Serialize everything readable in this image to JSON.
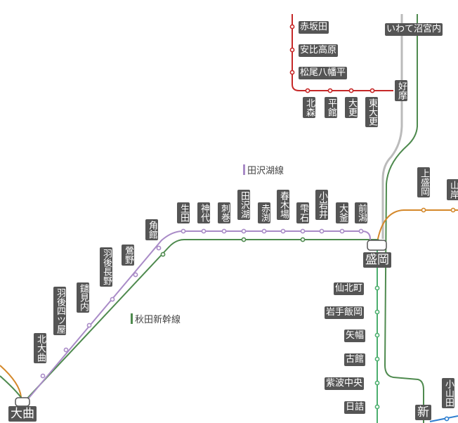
{
  "colors": {
    "tazawako": "#a98bc7",
    "shinkansen": "#4e8a4e",
    "tohoku_honsen": "#4caf6e",
    "hanawa": "#c62828",
    "iwate_ginga": "#bbbbbb",
    "yamada": "#d4882a",
    "ou": "#d4882a",
    "blue": "#2f7fd0"
  },
  "line_titles": {
    "tazawako": "田沢湖線",
    "shinkansen": "秋田新幹線"
  },
  "stations": {
    "akasakata": "赤坂田",
    "appikogen": "安比高原",
    "matsuohachimantai": "松尾八幡平",
    "iwatenumakunai": "いわて沼宮内",
    "kotamori": "北森",
    "tairadate": "平館",
    "obuke": "大更",
    "higashiobuke": "東大更",
    "koma": "好摩",
    "kamimorioka": "上盛岡",
    "yamagishi": "山岸",
    "ushida": "生田",
    "jindai": "神代",
    "kakunodate_sasamaki": "刺巻",
    "tazawako": "田沢湖",
    "akabuchi": "赤渕",
    "harukiba": "春木場",
    "shizukuishi": "雫石",
    "koiwai": "小岩井",
    "okama": "大釜",
    "maegata": "前潟",
    "kakunodate": "角館",
    "sagino": "鶯野",
    "ugonagano": "羽後長野",
    "kagamimiuchi": "鑓見内",
    "ugoyotsuya": "羽後四ツ屋",
    "kitaomagari": "北大曲",
    "omagari": "大曲",
    "morioka": "盛岡",
    "senbokucho": "仙北町",
    "iwateiioka": "岩手飯岡",
    "yahaba": "矢幅",
    "furudate": "古館",
    "shiwachuo": "紫波中央",
    "hizume": "日詰",
    "shin": "新",
    "koyamada": "小山田"
  }
}
